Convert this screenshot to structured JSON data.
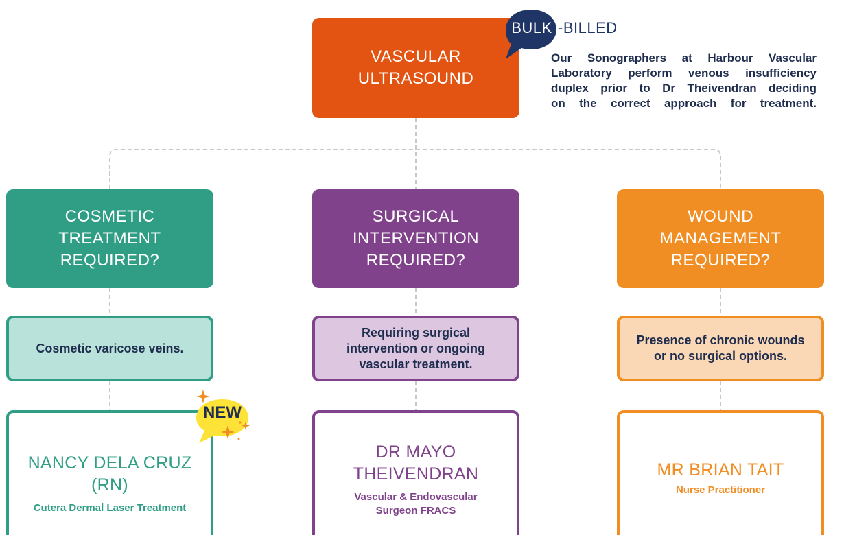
{
  "top": {
    "title_line1": "VASCULAR",
    "title_line2": "ULTRASOUND",
    "badge_bubble": "BULK",
    "badge_rest": "-BILLED",
    "note_lines": [
      "Our Sonographers at Harbour Vascular",
      "Laboratory perform venous insufficiency",
      "duplex prior to Dr Theivendran deciding",
      "on the correct approach for treatment."
    ]
  },
  "columns": [
    {
      "heading": [
        "COSMETIC",
        "TREATMENT",
        "REQUIRED?"
      ],
      "description": "Cosmetic varicose veins.",
      "person_name_line1": "NANCY DELA CRUZ",
      "person_name_line2": "(RN)",
      "person_role": "Cutera Dermal Laser Treatment",
      "new_badge": "NEW"
    },
    {
      "heading": [
        "SURGICAL",
        "INTERVENTION",
        "REQUIRED?"
      ],
      "description": "Requiring surgical intervention or ongoing vascular treatment.",
      "person_name_line1": "DR MAYO",
      "person_name_line2": "THEIVENDRAN",
      "person_role": "Vascular & Endovascular Surgeon FRACS"
    },
    {
      "heading": [
        "WOUND",
        "MANAGEMENT",
        "REQUIRED?"
      ],
      "description": "Presence of chronic wounds or no surgical options.",
      "person_name_line1": "MR BRIAN TAIT",
      "person_name_line2": "",
      "person_role": "Nurse Practitioner"
    }
  ],
  "colors": {
    "top_box": "#e35412",
    "navy": "#1f3565",
    "teal": "#2f9e85",
    "teal_light": "#b9e3da",
    "purple": "#80438b",
    "purple_light": "#dcc6e0",
    "orange": "#f08e24",
    "orange_light": "#fbd8b5",
    "yellow": "#fde237",
    "connector": "#c8c8c8"
  }
}
